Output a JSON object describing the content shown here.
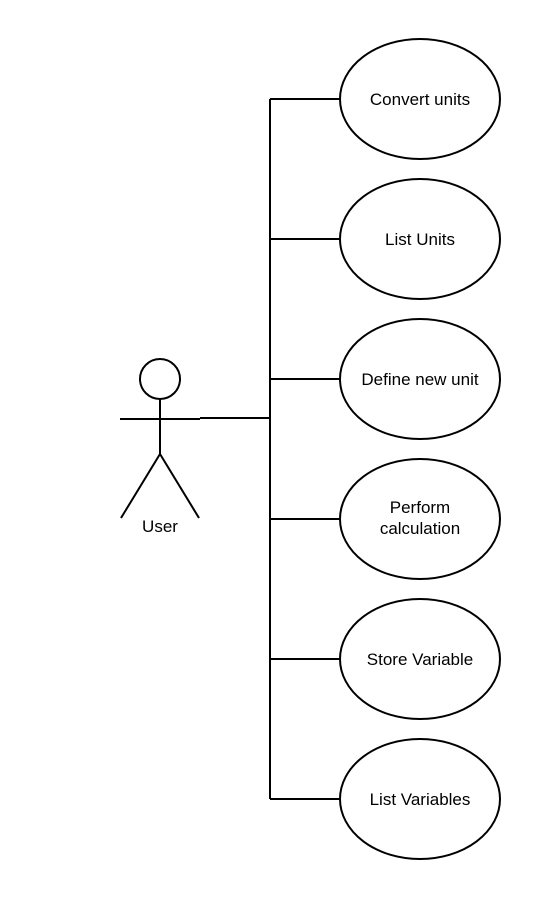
{
  "actor": {
    "name": "User",
    "icon": "stick-figure-icon"
  },
  "use_cases": [
    {
      "lines": [
        "Convert units"
      ]
    },
    {
      "lines": [
        "List Units"
      ]
    },
    {
      "lines": [
        "Define new unit"
      ]
    },
    {
      "lines": [
        "Perform",
        "calculation"
      ]
    },
    {
      "lines": [
        "Store Variable"
      ]
    },
    {
      "lines": [
        "List Variables"
      ]
    }
  ]
}
